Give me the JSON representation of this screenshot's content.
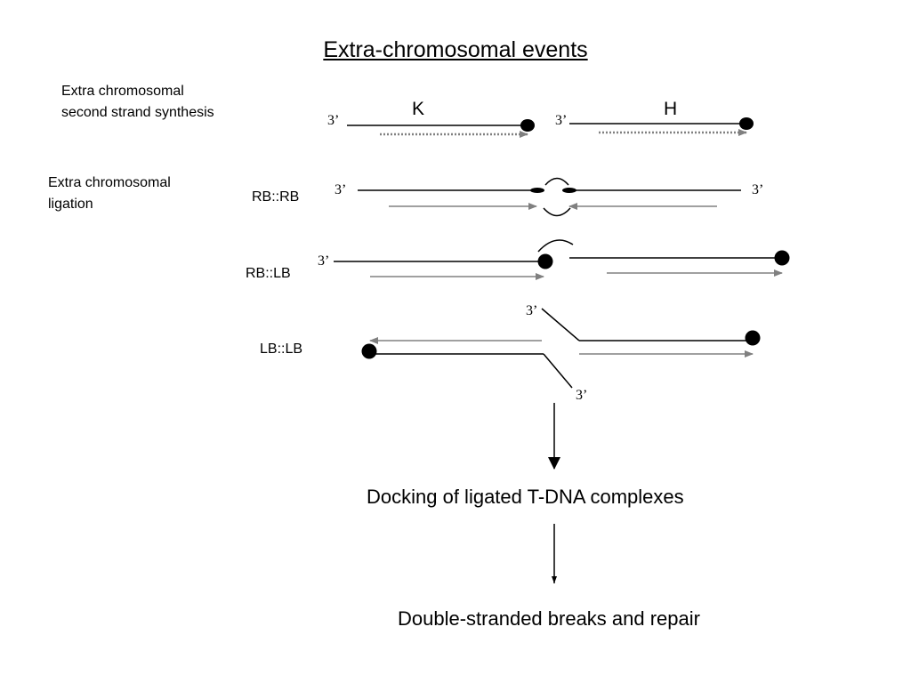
{
  "title": "Extra-chromosomal events",
  "sections": {
    "second_strand": "Extra chromosomal\nsecond strand synthesis",
    "ligation": "Extra chromosomal\nligation"
  },
  "strand_labels": {
    "k": "K",
    "h": "H"
  },
  "junction_labels": {
    "rb_rb": "RB::RB",
    "rb_lb": "RB::LB",
    "lb_lb": "LB::LB"
  },
  "end_label": "3’",
  "steps": {
    "docking": "Docking of ligated T-DNA complexes",
    "repair": "Double-stranded breaks and repair"
  },
  "colors": {
    "strand": "#000000",
    "synthesis_arrow": "#808080"
  }
}
